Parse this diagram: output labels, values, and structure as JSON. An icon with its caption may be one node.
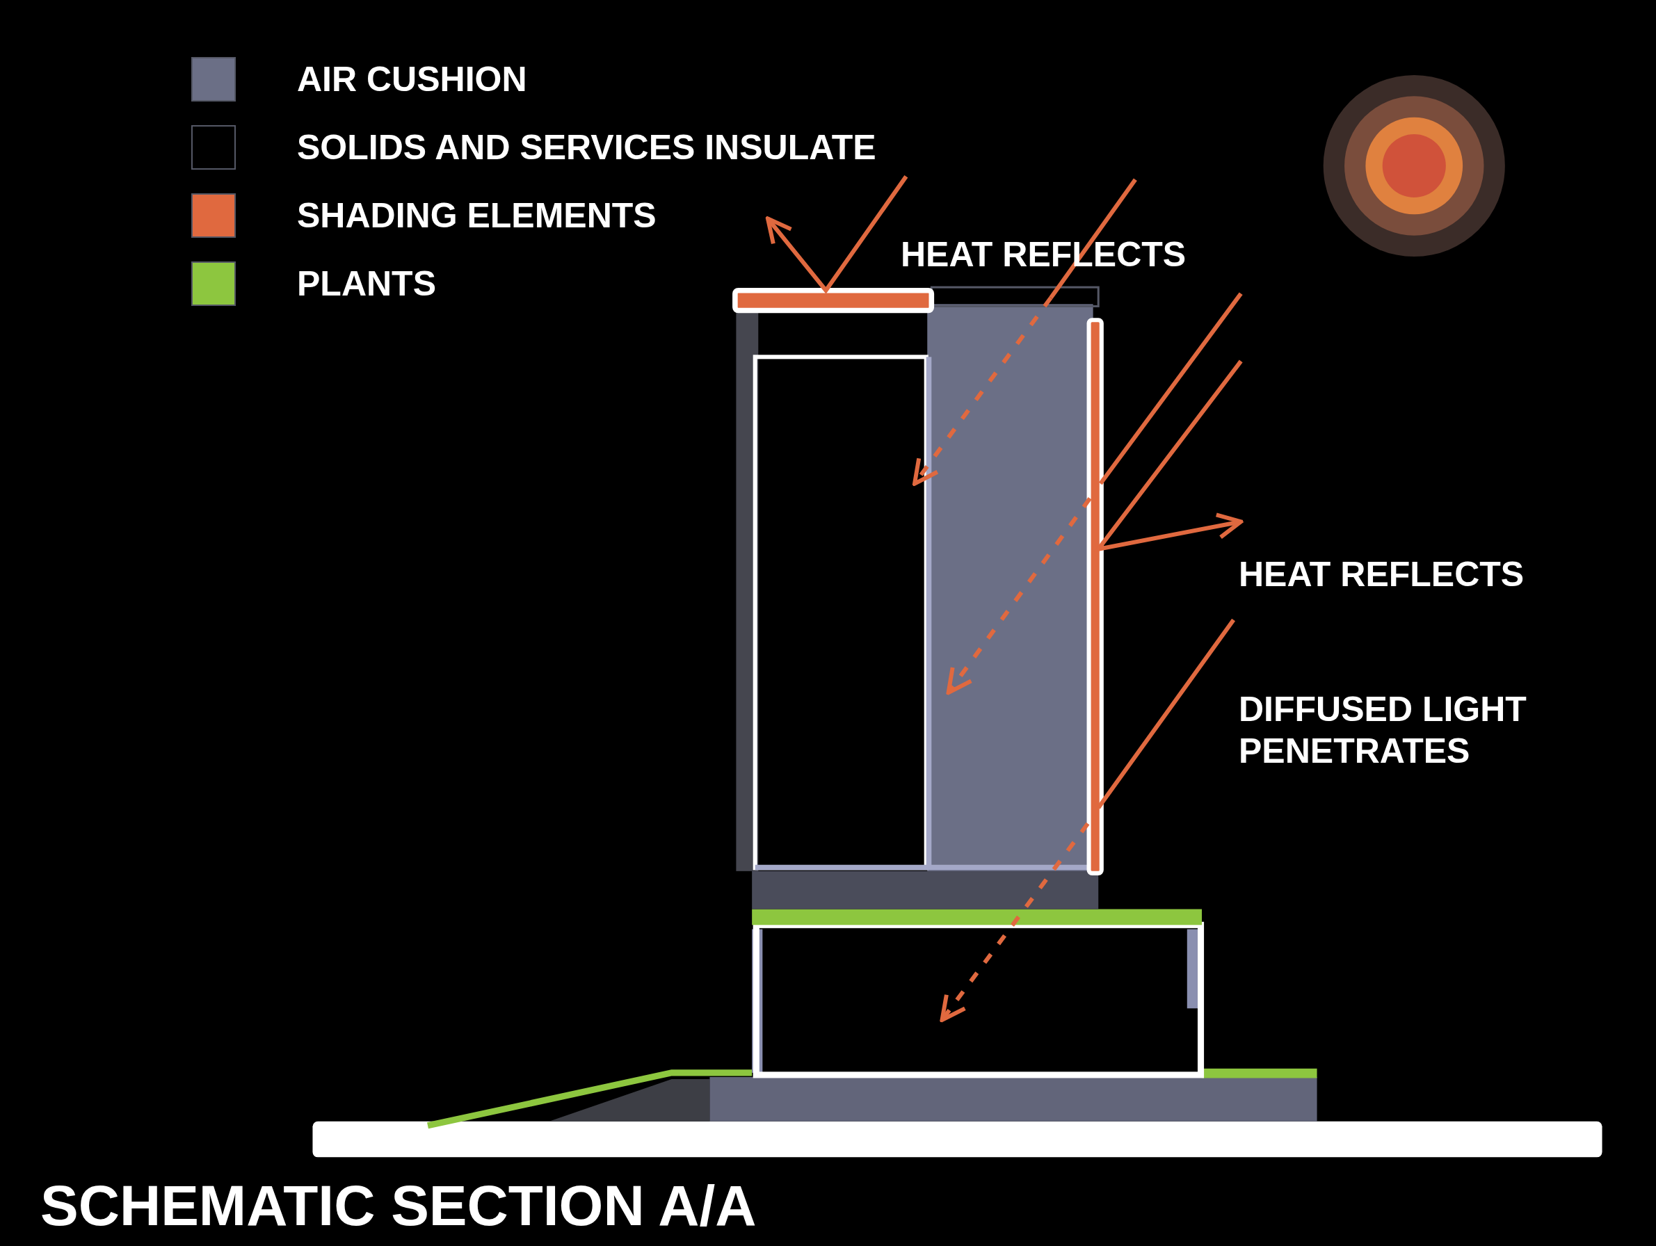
{
  "diagram": {
    "title": "SCHEMATIC SECTION A/A",
    "labels": [
      "HEAT REFLECTS",
      "HEAT REFLECTS",
      "DIFFUSED LIGHT PENETRATES"
    ],
    "legend": [
      {
        "text": "AIR CUSHION",
        "color": "#6b6f86"
      },
      {
        "text": "SOLIDS AND SERVICES INSULATE",
        "color": "#000000"
      },
      {
        "text": "SHADING ELEMENTS",
        "color": "#e0693f"
      },
      {
        "text": "PLANTS",
        "color": "#8dc63f"
      }
    ]
  }
}
